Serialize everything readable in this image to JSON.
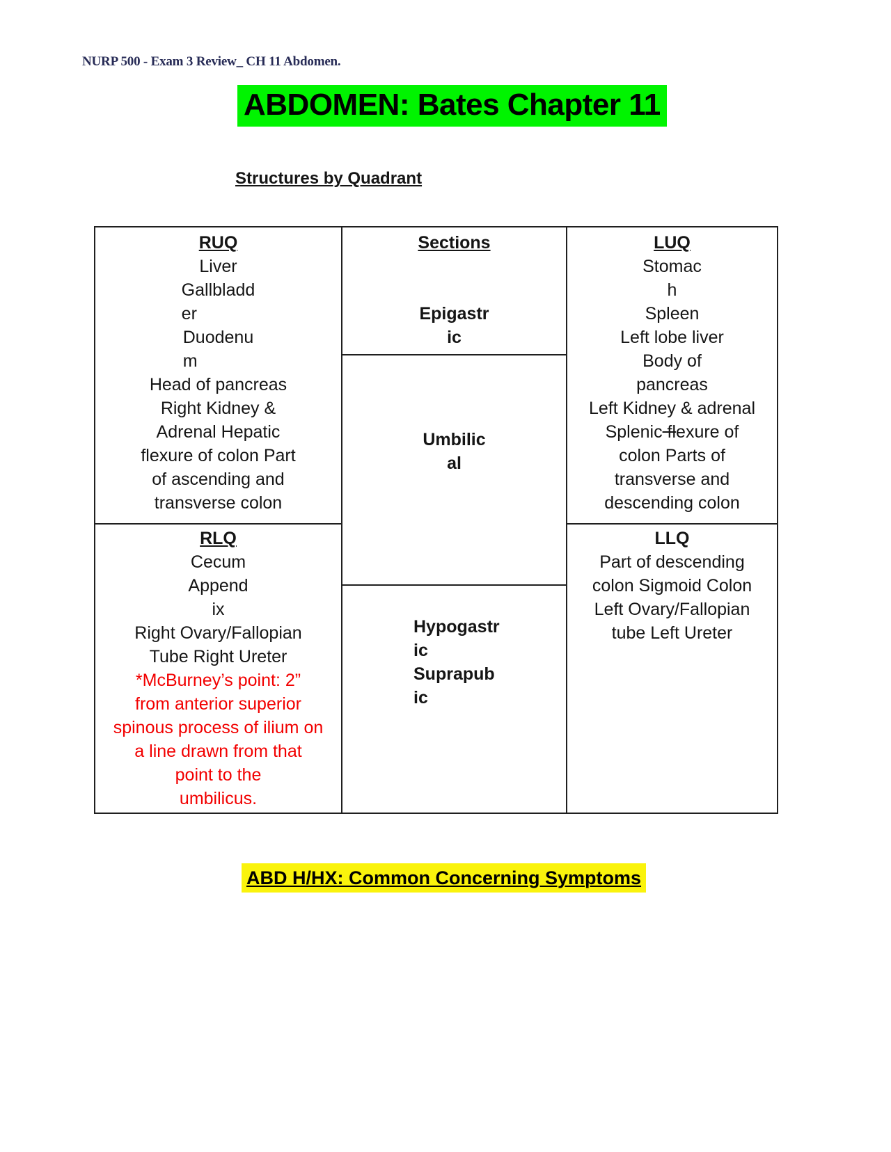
{
  "doc_header": "NURP 500 - Exam 3 Review_ CH 11 Abdomen.",
  "title": "ABDOMEN: Bates Chapter 11",
  "section_heading": "Structures by Quadrant",
  "bottom_heading": "ABD H/HX: Common Concerning Symptoms",
  "colors": {
    "title_highlight": "#00f400",
    "bottom_highlight": "#faf30c",
    "note_red": "#f20000",
    "doc_header_navy": "#272b56",
    "table_border": "#1f1f1f"
  },
  "quadrant_table": {
    "ruq": {
      "header": "RUQ",
      "lines": [
        "Liver",
        "Gallbladd\ner",
        "Duodenu\nm",
        "Head of pancreas",
        "Right Kidney &",
        "Adrenal Hepatic",
        "flexure of colon Part",
        "of ascending and",
        "transverse colon"
      ]
    },
    "sections": {
      "header": "Sections",
      "epigastric": "Epigastr\nic",
      "umbilical": "Umbilic\nal",
      "hypogastric": "Hypogastr\nic\nSuprapub\nic"
    },
    "luq": {
      "header": "LUQ",
      "lines_top": [
        "Stomac",
        "h",
        "Spleen",
        "Left lobe liver",
        "Body of",
        "pancreas",
        "Left Kidney & adrenal"
      ],
      "splenic_line": {
        "pre": "Splenic",
        "struck": " fl",
        "post": "exure of"
      },
      "lines_bottom": [
        "colon Parts of",
        "transverse and",
        "descending colon"
      ]
    },
    "rlq": {
      "header": "RLQ",
      "lines": [
        "Cecum",
        "Append",
        "ix",
        "Right Ovary/Fallopian",
        "Tube Right Ureter"
      ],
      "note_lines": [
        "*McBurney’s point: 2”",
        "from anterior superior",
        "spinous process of ilium on",
        "a line drawn from that",
        "point to the",
        "umbilicus."
      ]
    },
    "llq": {
      "header": "LLQ",
      "lines": [
        "Part of descending",
        "colon Sigmoid Colon",
        "Left Ovary/Fallopian",
        "tube Left Ureter"
      ]
    }
  }
}
